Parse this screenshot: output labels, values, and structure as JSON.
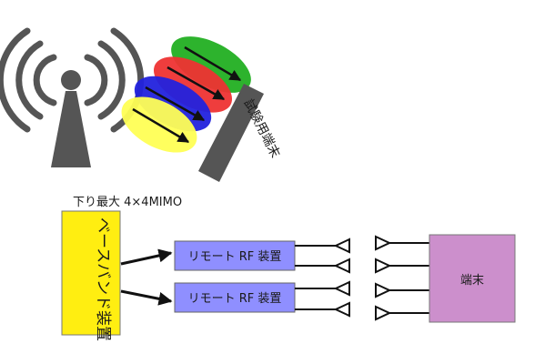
{
  "labels": {
    "test_terminal": "試験用端末",
    "mimo": "下り最大 4×4MIMO",
    "baseband": "ベースバンド装置",
    "rrh_1": "リモート RF 装置",
    "rrh_2": "リモート RF 装置",
    "terminal": "端末"
  },
  "colors": {
    "tower": "#555555",
    "baseband_fill": "#ffee11",
    "rrh_fill": "#8f8fff",
    "terminal_fill": "#cc8fcc",
    "stream_green": "#2db32d",
    "stream_red": "#ee3333",
    "stream_blue": "#2222dd",
    "stream_yellow": "#ffff55",
    "device_bar": "#555555"
  },
  "icons": {
    "tower": "broadcast-tower-icon",
    "antenna": "antenna-icon"
  }
}
